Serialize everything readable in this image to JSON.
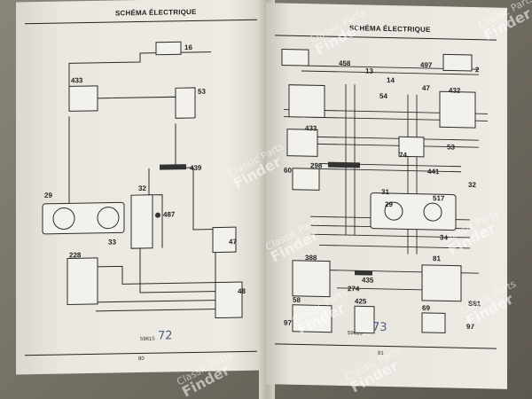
{
  "left_page": {
    "header": "SCHÉMA ÉLECTRIQUE",
    "page_number": "80",
    "ref": "59615",
    "handwritten": "72",
    "labels": [
      "16",
      "433",
      "53",
      "439",
      "29",
      "32",
      "487",
      "33",
      "47",
      "228",
      "48"
    ]
  },
  "right_page": {
    "header": "SCHÉMA ÉLECTRIQUE",
    "page_number": "81",
    "ref": "59615",
    "handwritten": "73",
    "labels": [
      "458",
      "13",
      "14",
      "497",
      "2",
      "432",
      "47",
      "433",
      "54",
      "53",
      "74",
      "441",
      "298",
      "60",
      "31",
      "29",
      "517",
      "32",
      "34",
      "388",
      "274",
      "435",
      "81",
      "425",
      "58",
      "69",
      "S81",
      "97",
      "97"
    ]
  },
  "watermark": {
    "line1": "Classic Parts",
    "line2": "Finder"
  }
}
